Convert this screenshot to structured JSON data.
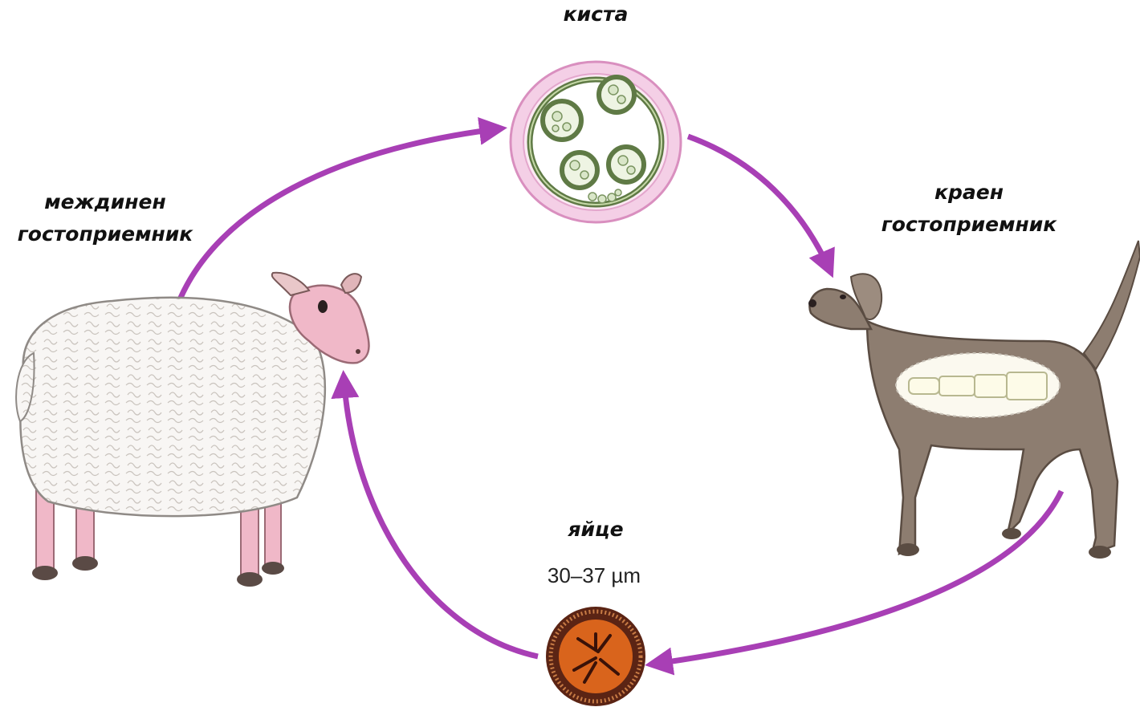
{
  "labels": {
    "cyst": "киста",
    "intermediate_host_line1": "междинен",
    "intermediate_host_line2": "гостоприемник",
    "definitive_host_line1": "краен",
    "definitive_host_line2": "гостоприемник",
    "egg": "яйце",
    "egg_size": "30–37 µm"
  },
  "colors": {
    "arrow": "#a83fb5",
    "cyst_wall": "#e8a9d2",
    "cyst_membrane": "#5f7a45",
    "dog": "#8d7d70",
    "sheep_wool": "#f7f5f3",
    "sheep_skin": "#f0b8c8",
    "egg_shell": "#5b2414",
    "egg_core": "#d9641c"
  },
  "icons": [
    "sheep-illustration",
    "dog-illustration",
    "cyst-icon",
    "egg-icon",
    "tapeworm-icon"
  ]
}
